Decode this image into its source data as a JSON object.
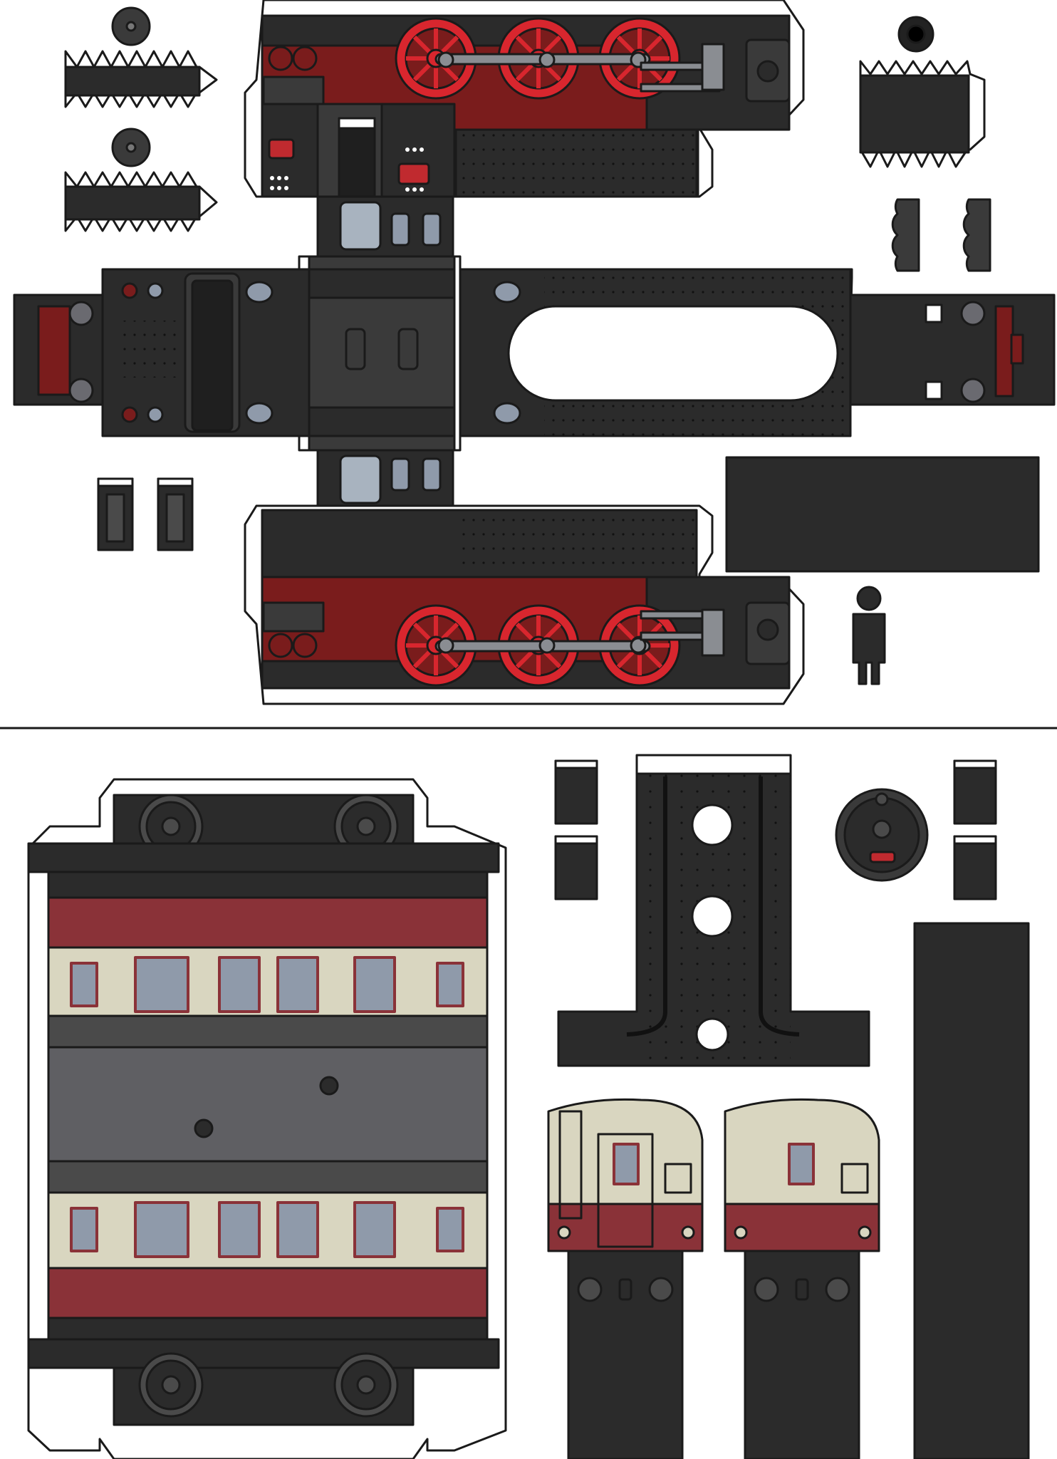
{
  "sheet": {
    "kind": "paper-model cutout sheet",
    "sections": [
      "locomotive",
      "passenger-car"
    ],
    "has_text": false
  },
  "colors": {
    "body_black": "#2b2b2b",
    "dark_gray": "#3a3a3a",
    "mid_gray": "#4a4a4a",
    "roof_gray": "#5f5f63",
    "window_blue": "#8f9aaa",
    "window_light": "#a8b3bf",
    "chassis_red": "#7a1c1c",
    "wheel_red": "#d8262e",
    "lamp_red": "#c02a2f",
    "coach_red": "#8a3238",
    "coach_cream": "#d9d6c0",
    "steel_gray": "#8a8d92",
    "white": "#ffffff",
    "outline": "#1a1a1a"
  },
  "icons": [
    "wheel-icon",
    "lamp-icon",
    "figure-icon",
    "smokebox-door-icon",
    "bogie-icon"
  ]
}
